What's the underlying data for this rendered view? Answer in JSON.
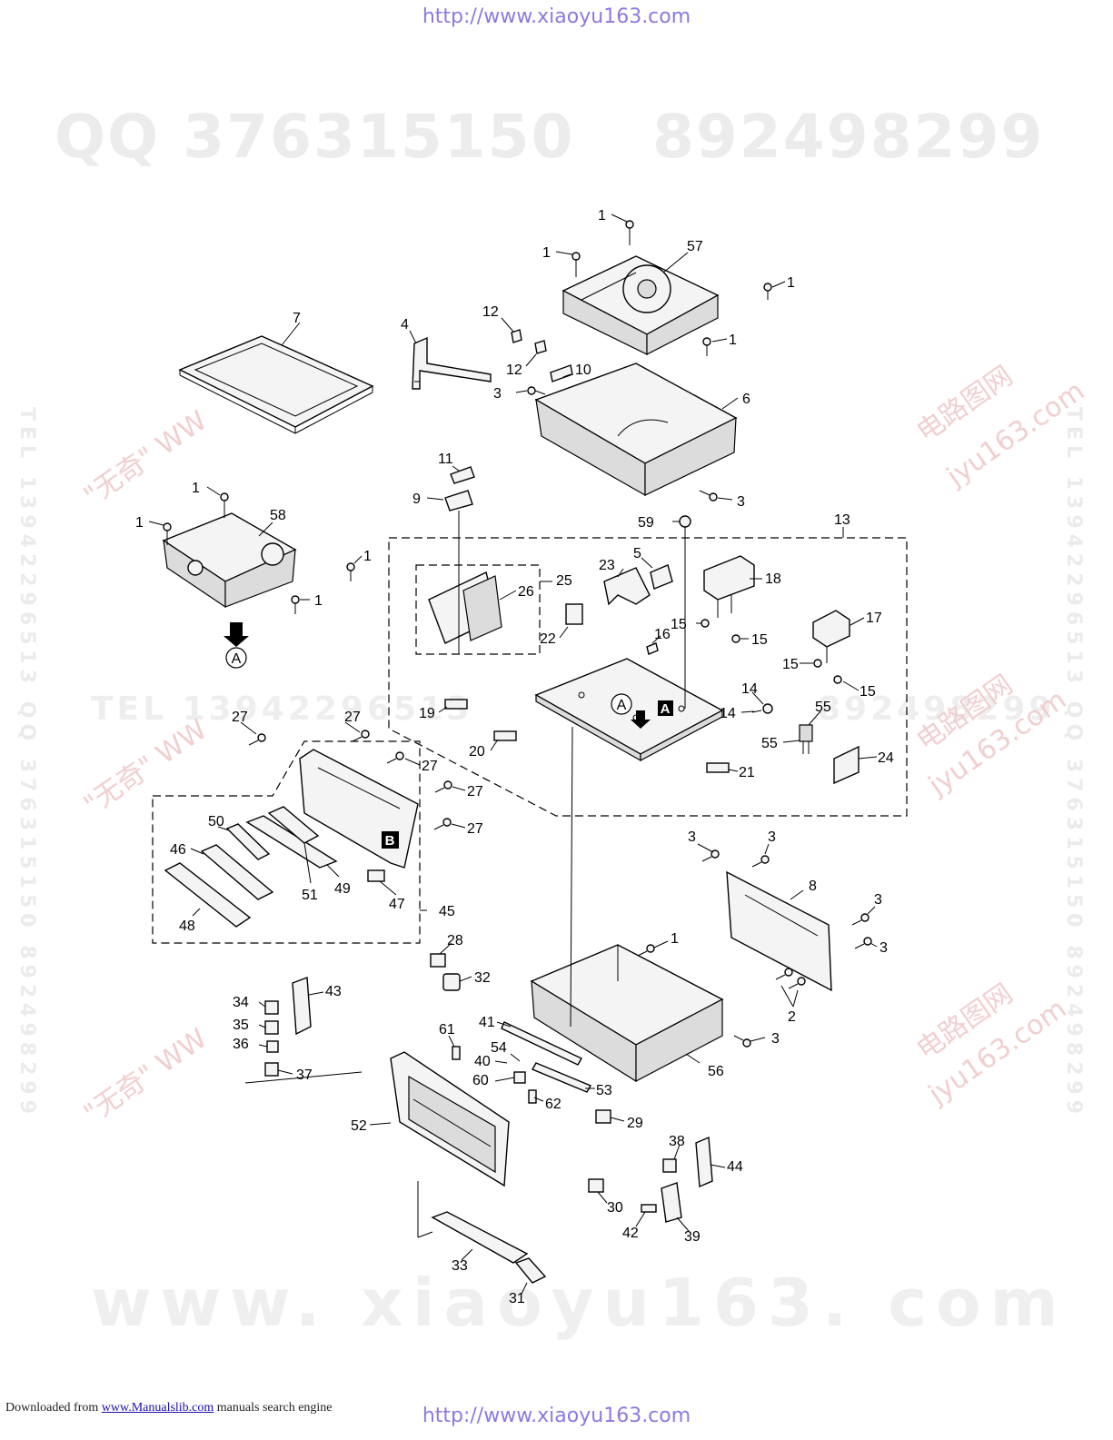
{
  "watermarks": {
    "url_top": "http://www.xiaoyu163.com",
    "url_bottom": "http://www.xiaoyu163.com",
    "qq_left": "QQ 376315150",
    "qq_right": "892498299",
    "tel_mid": "TEL 13942296513",
    "num_mid": "892498299",
    "site": "www. xiaoyu163. com",
    "side": "TEL 13942296513 QQ 376315150 892498299",
    "diag_cn": "电路图网",
    "diag_jyu": "jyu163.com",
    "diag_wn": "\"无奇\" WW"
  },
  "footer": {
    "prefix": "Downloaded from",
    "link": "www.Manualslib.com",
    "suffix": "manuals search engine"
  },
  "callouts": {
    "c1": "1",
    "c2": "2",
    "c3": "3",
    "c4": "4",
    "c5": "5",
    "c6": "6",
    "c7": "7",
    "c8": "8",
    "c9": "9",
    "c10": "10",
    "c11": "11",
    "c12": "12",
    "c13": "13",
    "c14": "14",
    "c15": "15",
    "c16": "16",
    "c17": "17",
    "c18": "18",
    "c19": "19",
    "c20": "20",
    "c21": "21",
    "c22": "22",
    "c23": "23",
    "c24": "24",
    "c25": "25",
    "c26": "26",
    "c27": "27",
    "c28": "28",
    "c29": "29",
    "c30": "30",
    "c31": "31",
    "c32": "32",
    "c33": "33",
    "c34": "34",
    "c35": "35",
    "c36": "36",
    "c37": "37",
    "c38": "38",
    "c39": "39",
    "c40": "40",
    "c41": "41",
    "c42": "42",
    "c43": "43",
    "c44": "44",
    "c45": "45",
    "c46": "46",
    "c47": "47",
    "c48": "48",
    "c49": "49",
    "c50": "50",
    "c51": "51",
    "c52": "52",
    "c53": "53",
    "c54": "54",
    "c55": "55",
    "c56": "56",
    "c57": "57",
    "c58": "58",
    "c59": "59",
    "c60": "60",
    "c61": "61",
    "c62": "62"
  },
  "ref_marks": {
    "circle": "A",
    "box_a": "A",
    "box_b": "B"
  }
}
